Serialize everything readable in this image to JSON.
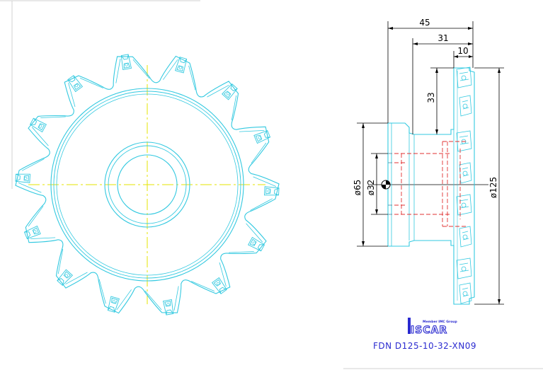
{
  "drawing": {
    "colors": {
      "outline": "#33c9e0",
      "centerline": "#e6e600",
      "dimension": "#000000",
      "hidden": "#e03030",
      "caption": "#2a2ad0",
      "logo": "#2a2ad0"
    },
    "dimensions": {
      "overall_width": "45",
      "body_width": "31",
      "insert_width": "10",
      "insert_height": "33",
      "hub_diameter": "ø65",
      "bore_diameter": "ø32",
      "cutter_diameter": "ø125"
    },
    "logo": {
      "tagline": "Member IMC Group",
      "brand": "ISCAR"
    },
    "caption": "FDN  D125-10-32-XN09",
    "teeth_count": 14
  }
}
